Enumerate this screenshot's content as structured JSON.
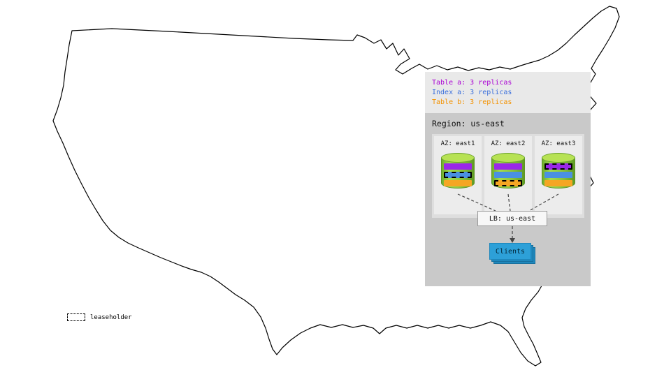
{
  "panel": {
    "legend": {
      "items": [
        {
          "id": "table-a",
          "label": "Table a: 3 replicas",
          "color": "#aa00d4"
        },
        {
          "id": "index-a",
          "label": "Index a: 3 replicas",
          "color": "#3a6fdc"
        },
        {
          "id": "table-b",
          "label": "Table b: 3 replicas",
          "color": "#f39200"
        }
      ]
    },
    "region": {
      "title": "Region: us-east",
      "azs": [
        {
          "label": "AZ: east1",
          "replicas": [
            {
              "name": "table-a",
              "color": "#9a27e8",
              "leaseholder": false
            },
            {
              "name": "index-a",
              "color": "#4a90e2",
              "leaseholder": true
            },
            {
              "name": "table-b",
              "color": "#f5a623",
              "leaseholder": false
            }
          ]
        },
        {
          "label": "AZ: east2",
          "replicas": [
            {
              "name": "table-a",
              "color": "#9a27e8",
              "leaseholder": false
            },
            {
              "name": "index-a",
              "color": "#4a90e2",
              "leaseholder": false
            },
            {
              "name": "table-b",
              "color": "#f5a623",
              "leaseholder": true
            }
          ]
        },
        {
          "label": "AZ: east3",
          "replicas": [
            {
              "name": "table-a",
              "color": "#9a27e8",
              "leaseholder": true
            },
            {
              "name": "index-a",
              "color": "#4a90e2",
              "leaseholder": false
            },
            {
              "name": "table-b",
              "color": "#f5a623",
              "leaseholder": false
            }
          ]
        }
      ],
      "load_balancer": {
        "label": "LB: us-east"
      },
      "clients": {
        "label": "Clients",
        "color": "#2da0d8"
      }
    }
  },
  "map_legend": {
    "label": "leaseholder"
  }
}
